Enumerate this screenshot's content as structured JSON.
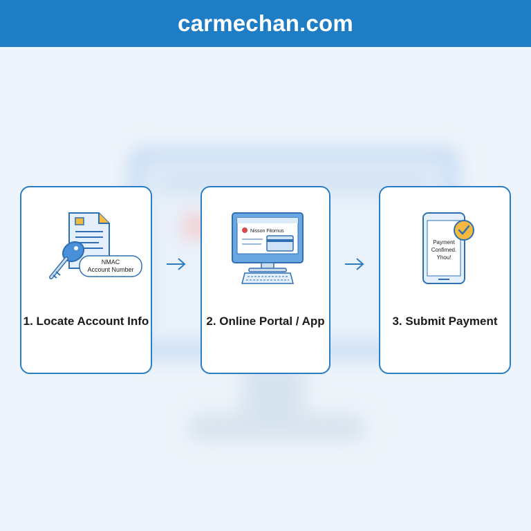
{
  "header": {
    "title": "carmechan.com"
  },
  "steps": [
    {
      "label": "1. Locate Account Info",
      "icon": "document-key-icon",
      "bubble_line1": "NMAC",
      "bubble_line2": "Account Number"
    },
    {
      "label": "2. Online Portal / App",
      "icon": "computer-portal-icon",
      "browser_text": "Nisson Fitornus"
    },
    {
      "label": "3. Submit Payment",
      "icon": "phone-check-icon",
      "screen_line1": "Payment",
      "screen_line2": "Confimed.",
      "screen_line3": "Yhou!"
    }
  ],
  "colors": {
    "accent": "#1f7dc6",
    "card_border": "#2a7dc3",
    "icon_fill": "#e3effa",
    "check": "#f5b942"
  }
}
